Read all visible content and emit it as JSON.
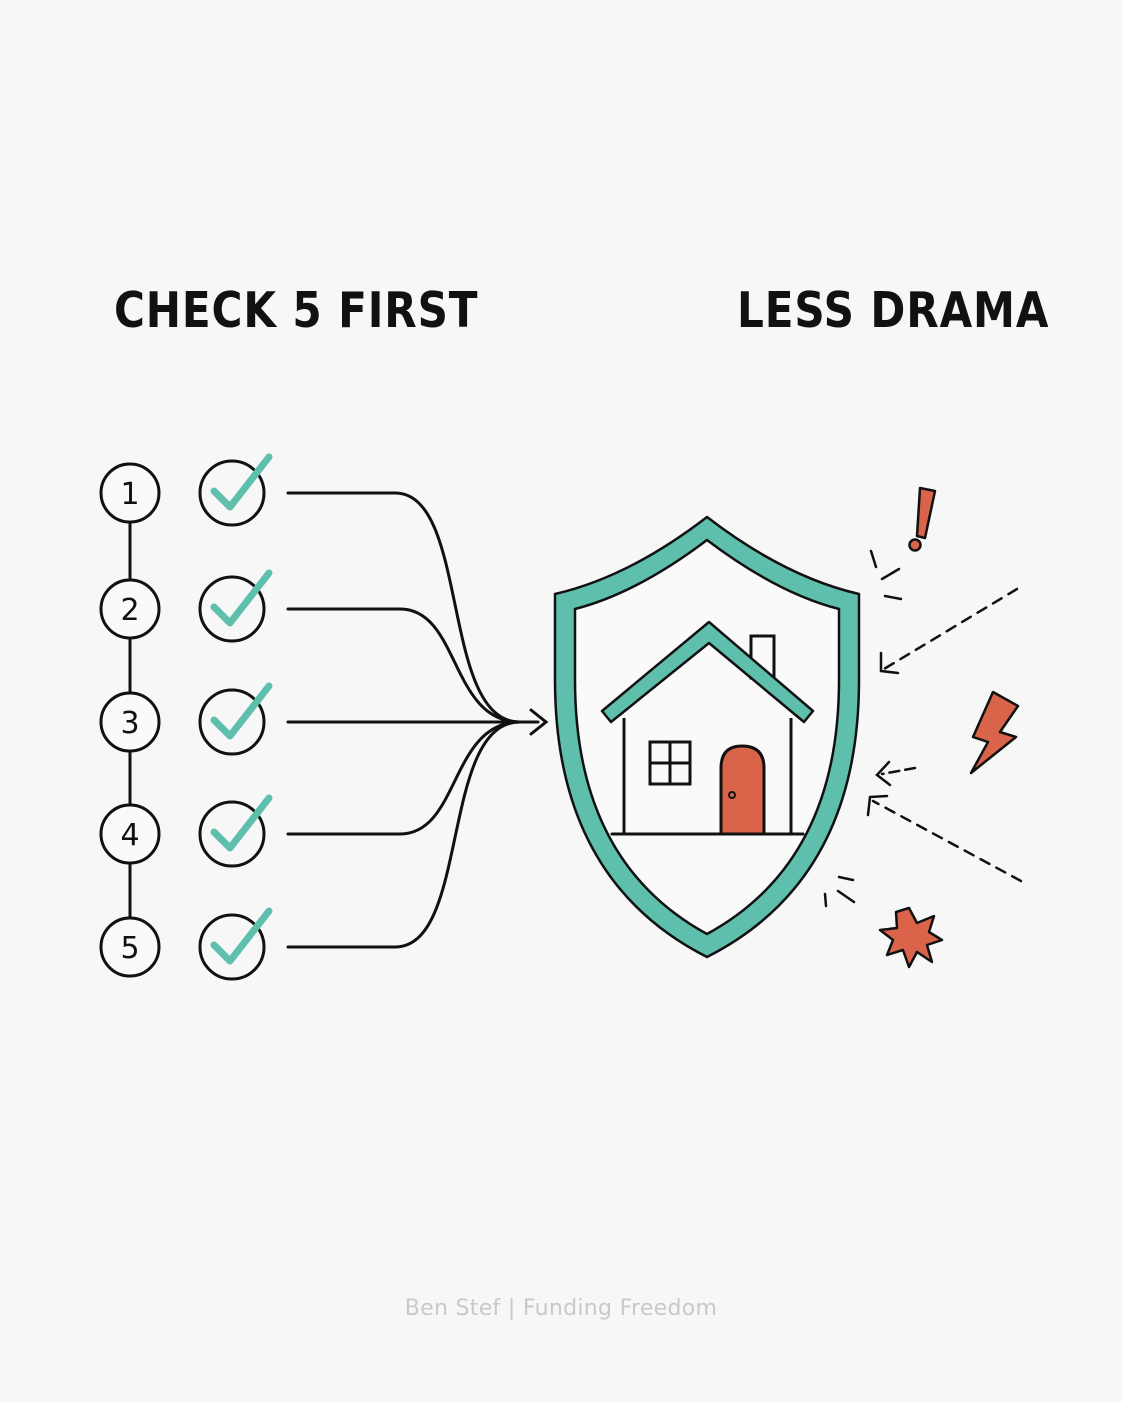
{
  "headings": {
    "left": "CHECK 5 FIRST",
    "right": "LESS DRAMA"
  },
  "steps": [
    {
      "number": "1",
      "checked": true
    },
    {
      "number": "2",
      "checked": true
    },
    {
      "number": "3",
      "checked": true
    },
    {
      "number": "4",
      "checked": true
    },
    {
      "number": "5",
      "checked": true
    }
  ],
  "icons": {
    "shield": "shield-icon",
    "house": "house-icon",
    "threats": [
      "exclamation-icon",
      "lightning-icon",
      "burst-icon",
      "dashed-arrow-icon"
    ]
  },
  "colors": {
    "teal": "#5fbfad",
    "accent": "#d9644a",
    "ink": "#111111",
    "footer": "#c9c9c9"
  },
  "footer": "Ben Stef | Funding Freedom"
}
